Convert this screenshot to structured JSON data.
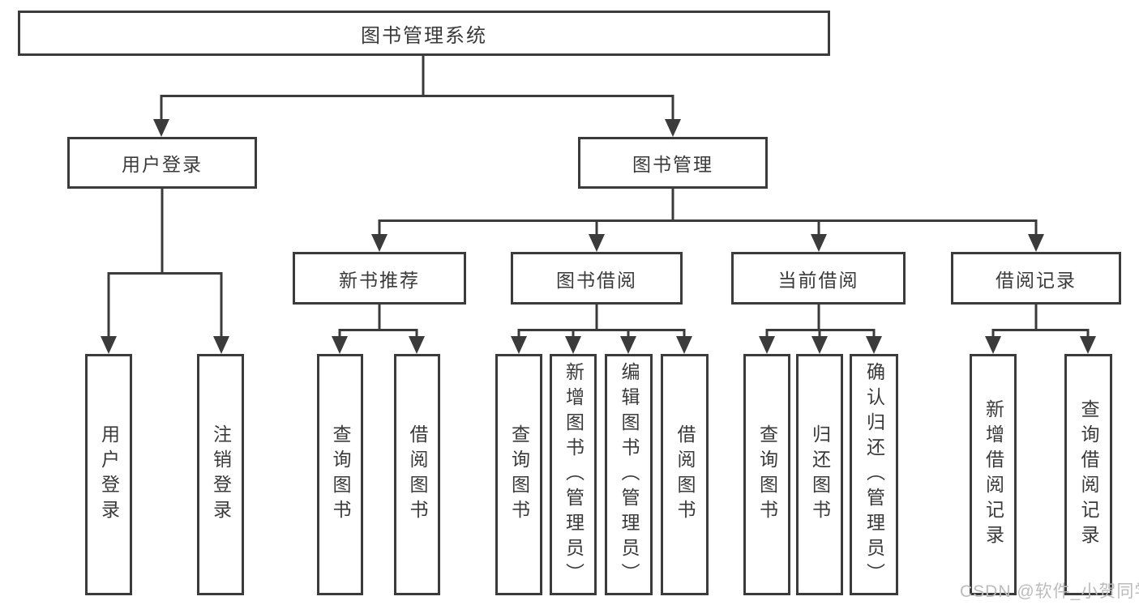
{
  "tree": {
    "root": {
      "label": "图书管理系统",
      "children": [
        {
          "label": "用户登录",
          "children": [
            {
              "label": "用户登录"
            },
            {
              "label": "注销登录"
            }
          ]
        },
        {
          "label": "图书管理",
          "children": [
            {
              "label": "新书推荐",
              "children": [
                {
                  "label": "查询图书"
                },
                {
                  "label": "借阅图书"
                }
              ]
            },
            {
              "label": "图书借阅",
              "children": [
                {
                  "label": "查询图书"
                },
                {
                  "label": "新增图书（管理员）"
                },
                {
                  "label": "编辑图书（管理员）"
                },
                {
                  "label": "借阅图书"
                }
              ]
            },
            {
              "label": "当前借阅",
              "children": [
                {
                  "label": "查询图书"
                },
                {
                  "label": "归还图书"
                },
                {
                  "label": "确认归还（管理员）"
                }
              ]
            },
            {
              "label": "借阅记录",
              "children": [
                {
                  "label": "新增借阅记录"
                },
                {
                  "label": "查询借阅记录"
                }
              ]
            }
          ]
        }
      ]
    }
  },
  "watermark": "CSDN @软件_小贺同学",
  "colors": {
    "line": "#3b3b3b",
    "text": "#3a3a3a",
    "watermark": "#bcbcbc",
    "background": "#ffffff"
  }
}
